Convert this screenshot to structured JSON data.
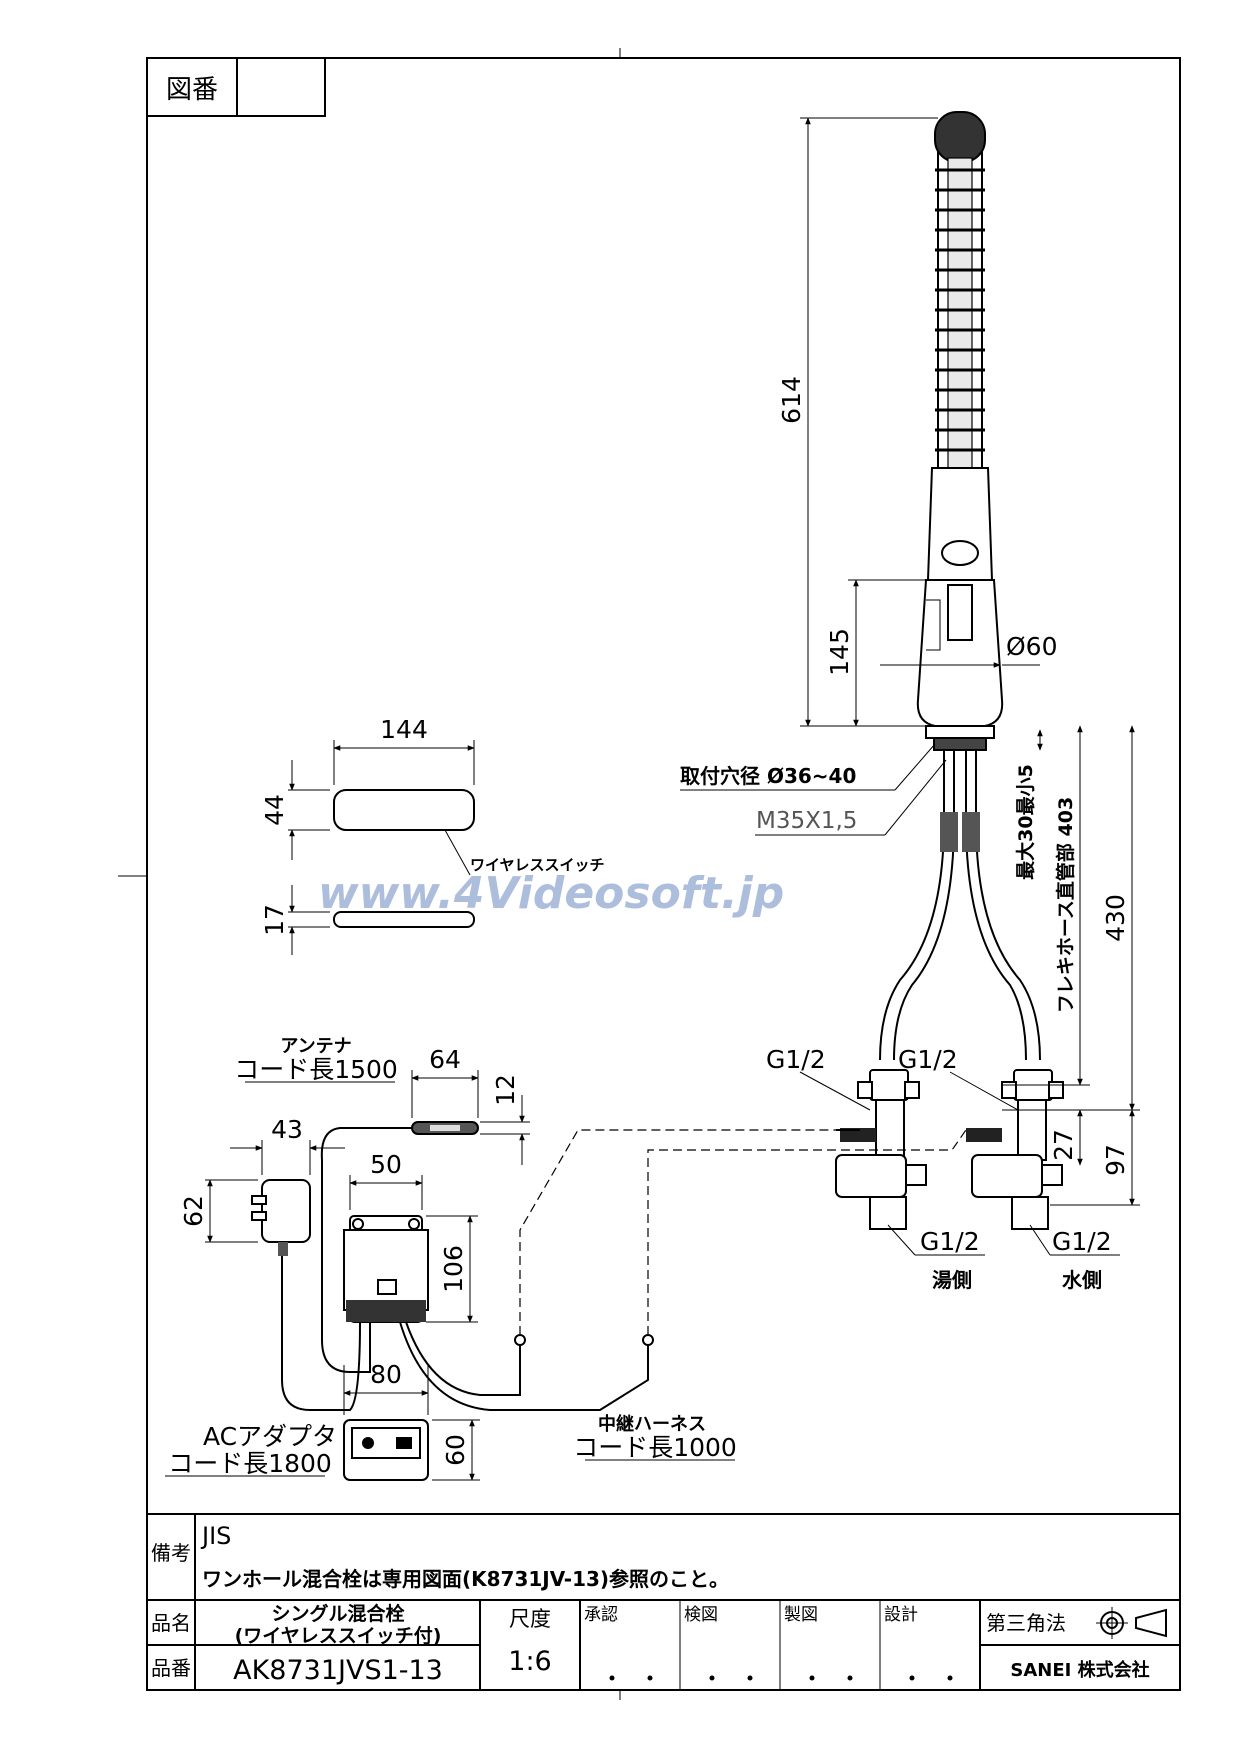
{
  "frame": {
    "drawing_no_label": "図番",
    "drawing_no_value": ""
  },
  "dims": {
    "height_total": "614",
    "height_body": "145",
    "body_dia": "Ø60",
    "mount_hole": "取付穴径 Ø36~40",
    "thread": "M35X1,5",
    "max_thickness": "最大30最小5",
    "flex_hose": "フレキホース直管部 403",
    "hose_total": "430",
    "g_hot_top": "G1/2",
    "g_cold_top": "G1/2",
    "g_hot_bottom": "G1/2",
    "g_cold_bottom": "G1/2",
    "hot_side": "湯側",
    "cold_side": "水側",
    "valve_27": "27",
    "valve_97": "97",
    "switch_w": "144",
    "switch_h": "44",
    "switch_t": "17",
    "switch_label": "ワイヤレススイッチ",
    "antenna_label_1": "アンテナ",
    "antenna_label_2": "コード長1500",
    "antenna_w": "64",
    "antenna_h": "12",
    "adapter_w": "43",
    "adapter_h": "62",
    "controller_w": "50",
    "controller_h": "106",
    "controller_d": "80",
    "controller_t": "60",
    "ac_label_1": "ACアダプタ",
    "ac_label_2": "コード長1800",
    "harness_label_1": "中継ハーネス",
    "harness_label_2": "コード長1000"
  },
  "watermark": "www.4Videosoft.jp",
  "notes": {
    "label": "備考",
    "line1": "JIS",
    "line2": "ワンホール混合栓は専用図面(K8731JV-13)参照のこと。"
  },
  "title_block": {
    "name_label": "品名",
    "name_value_1": "シングル混合栓",
    "name_value_2": "(ワイヤレススイッチ付)",
    "number_label": "品番",
    "number_value": "AK8731JVS1-13",
    "scale_label": "尺度",
    "scale_value": "1:6",
    "approve": "承認",
    "check": "検図",
    "draft": "製図",
    "design": "設計",
    "projection": "第三角法",
    "company": "SANEI 株式会社"
  }
}
